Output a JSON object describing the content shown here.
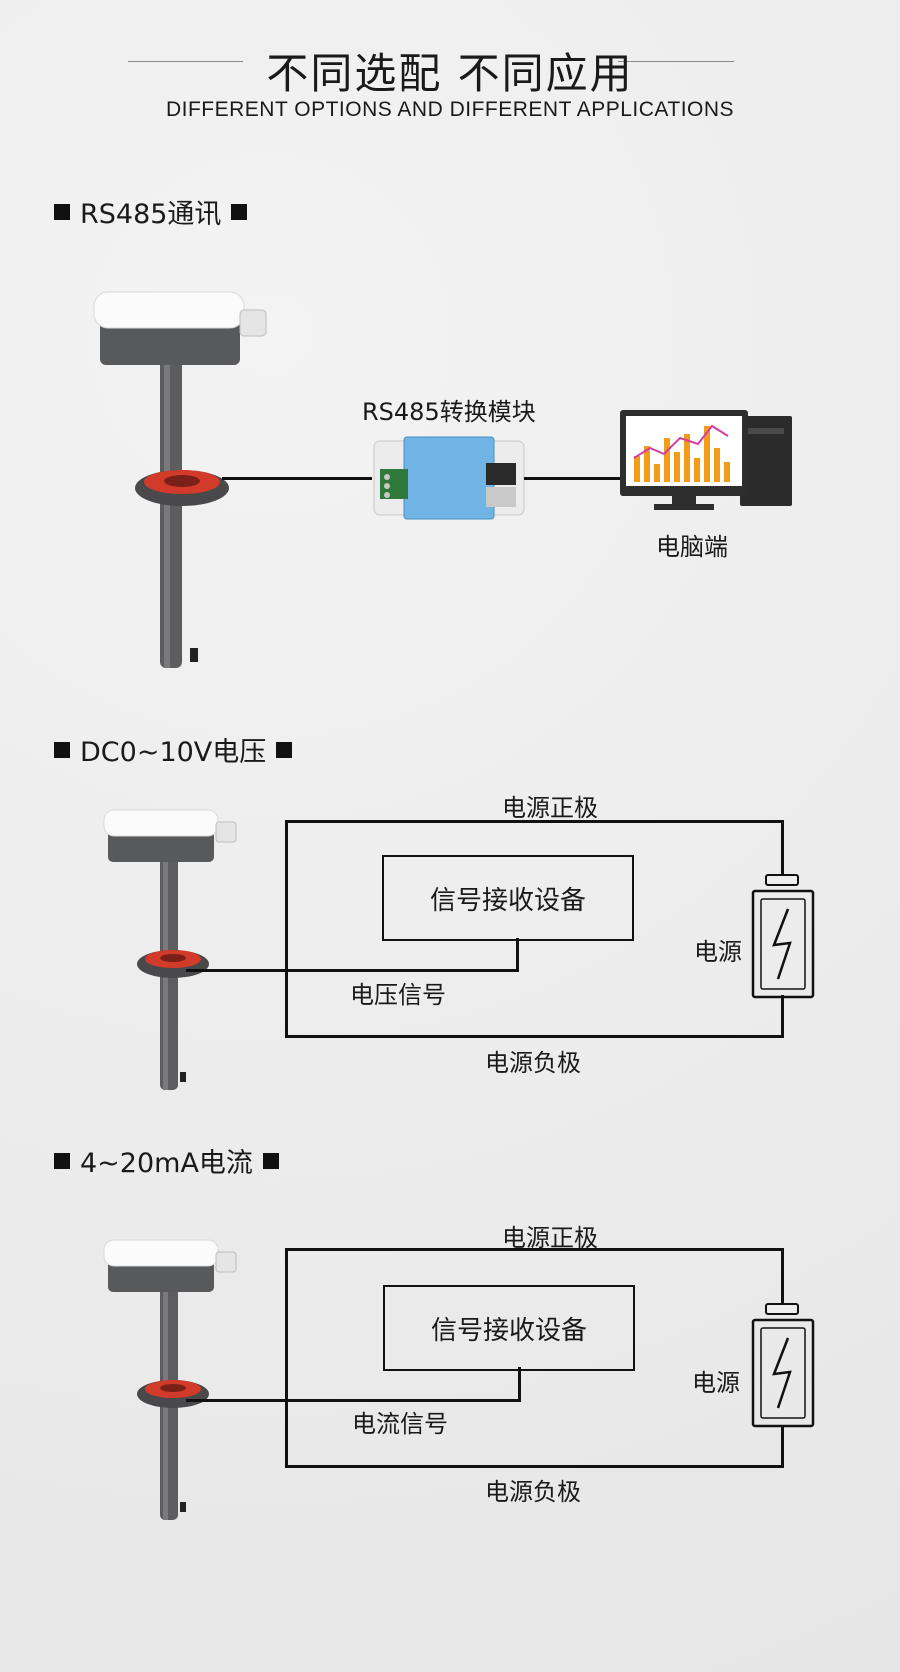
{
  "header": {
    "title_cn": "不同选配 不同应用",
    "title_en": "DIFFERENT OPTIONS AND DIFFERENT APPLICATIONS"
  },
  "rs485": {
    "heading": "RS485通讯",
    "module_label": "RS485转换模块",
    "pc_label": "电脑端"
  },
  "voltage": {
    "heading": "DC0~10V电压",
    "positive": "电源正极",
    "device": "信号接收设备",
    "signal": "电压信号",
    "power": "电源",
    "negative": "电源负极"
  },
  "current": {
    "heading": "4~20mA电流",
    "positive": "电源正极",
    "device": "信号接收设备",
    "signal": "电流信号",
    "power": "电源",
    "negative": "电源负极"
  }
}
